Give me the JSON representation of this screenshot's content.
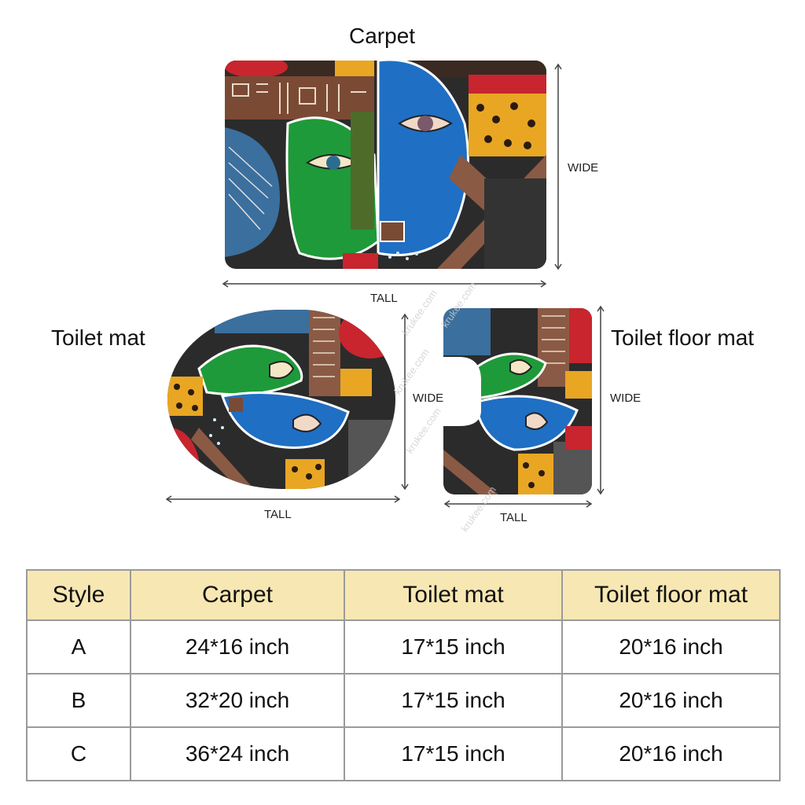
{
  "labels": {
    "carpet": "Carpet",
    "toilet_mat": "Toilet mat",
    "toilet_floor_mat": "Toilet floor mat"
  },
  "dimensions": {
    "wide": "WIDE",
    "tall": "TALL"
  },
  "watermark": "krukee.com",
  "table": {
    "headers": [
      "Style",
      "Carpet",
      "Toilet mat",
      "Toilet floor mat"
    ],
    "rows": [
      [
        "A",
        "24*16 inch",
        "17*15 inch",
        "20*16 inch"
      ],
      [
        "B",
        "32*20 inch",
        "17*15 inch",
        "20*16 inch"
      ],
      [
        "C",
        "36*24 inch",
        "17*15 inch",
        "20*16 inch"
      ]
    ]
  },
  "colors": {
    "header_bg": "#f7e7b3",
    "border": "#9a9a9a",
    "green_face": "#1f9a3a",
    "blue_face": "#1f6fc4",
    "leopard": "#e8a623",
    "red": "#c8252e",
    "dark": "#2b2b2b",
    "brown_pattern": "#7a4a34"
  }
}
